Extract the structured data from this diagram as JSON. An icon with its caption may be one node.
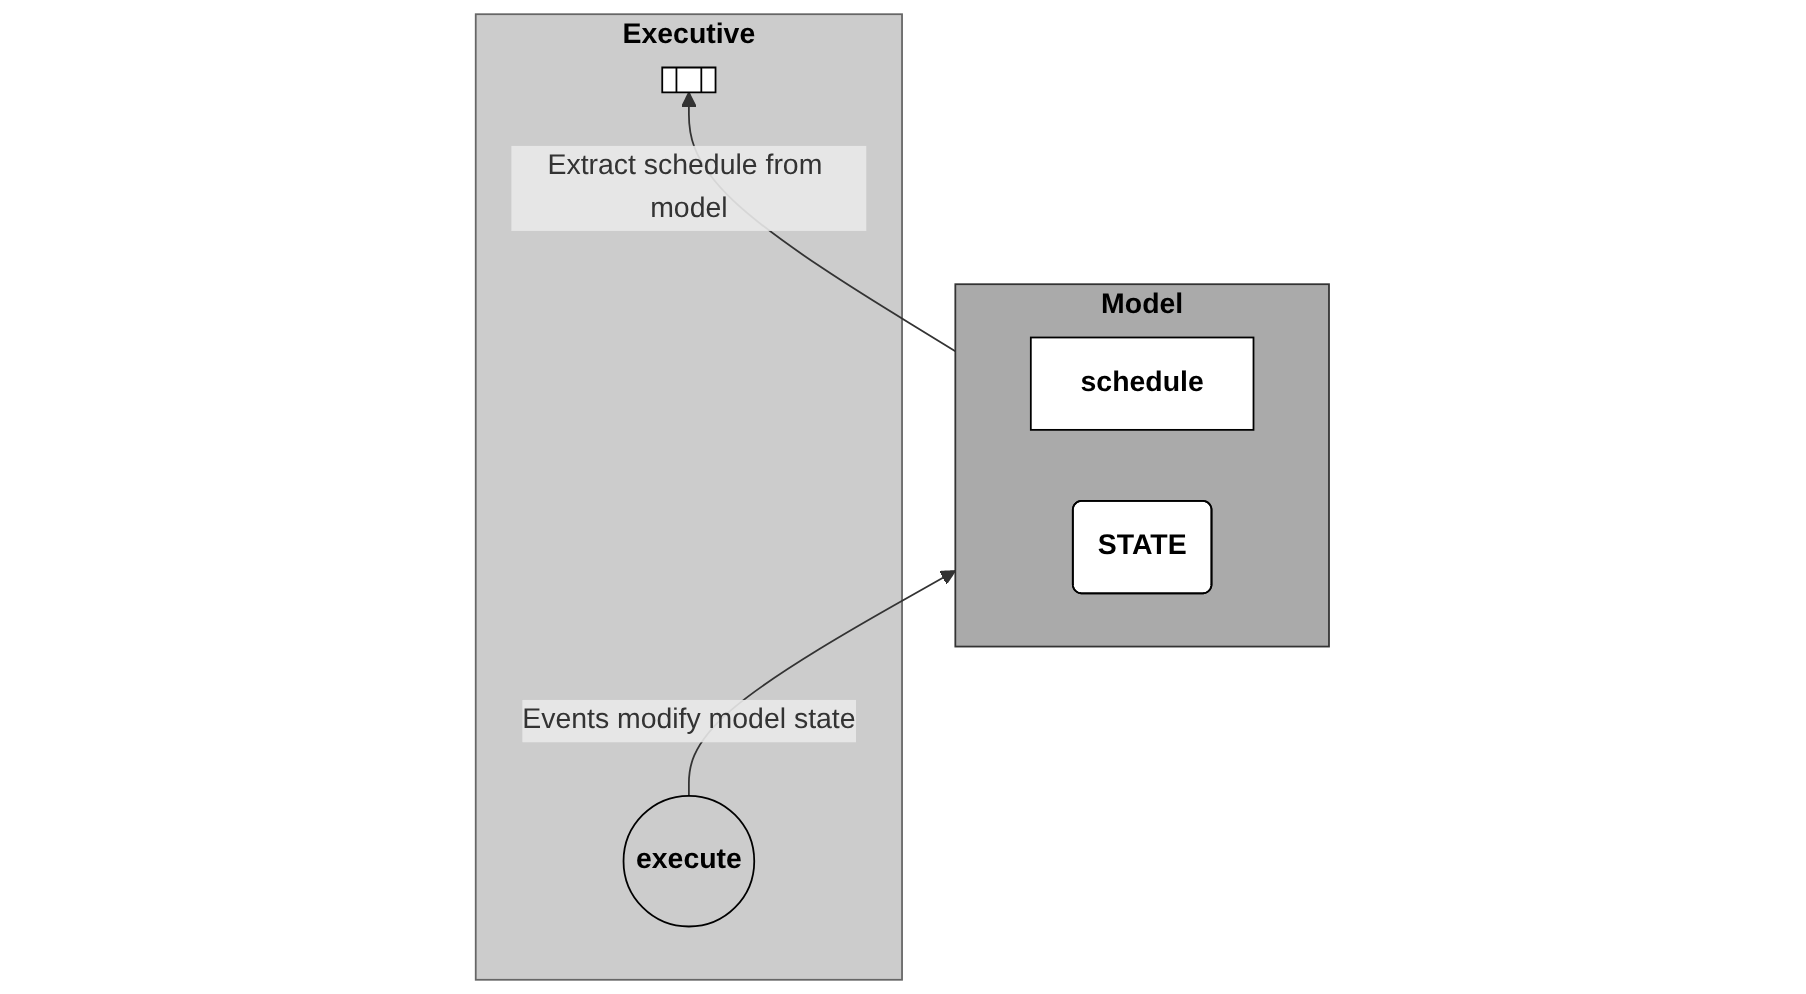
{
  "diagram": {
    "nodes": [
      {
        "text": [
          "Model"
        ]
      },
      {
        "text": [
          "schedule"
        ],
        "in": 0
      },
      {
        "text": [
          "STATE"
        ],
        "in": 0
      },
      {
        "text": [
          "Executive"
        ]
      },
      {
        "text": [],
        "shape": "bar",
        "in": 3
      },
      {
        "text": [
          "execute"
        ],
        "in": 3
      }
    ],
    "edges": [
      {
        "from": 0,
        "to": 4,
        "arrow": "to",
        "label": "Extract schedule from model"
      },
      {
        "from": 5,
        "to": 0,
        "arrow": "to",
        "label": "Events modify model state"
      }
    ]
  }
}
